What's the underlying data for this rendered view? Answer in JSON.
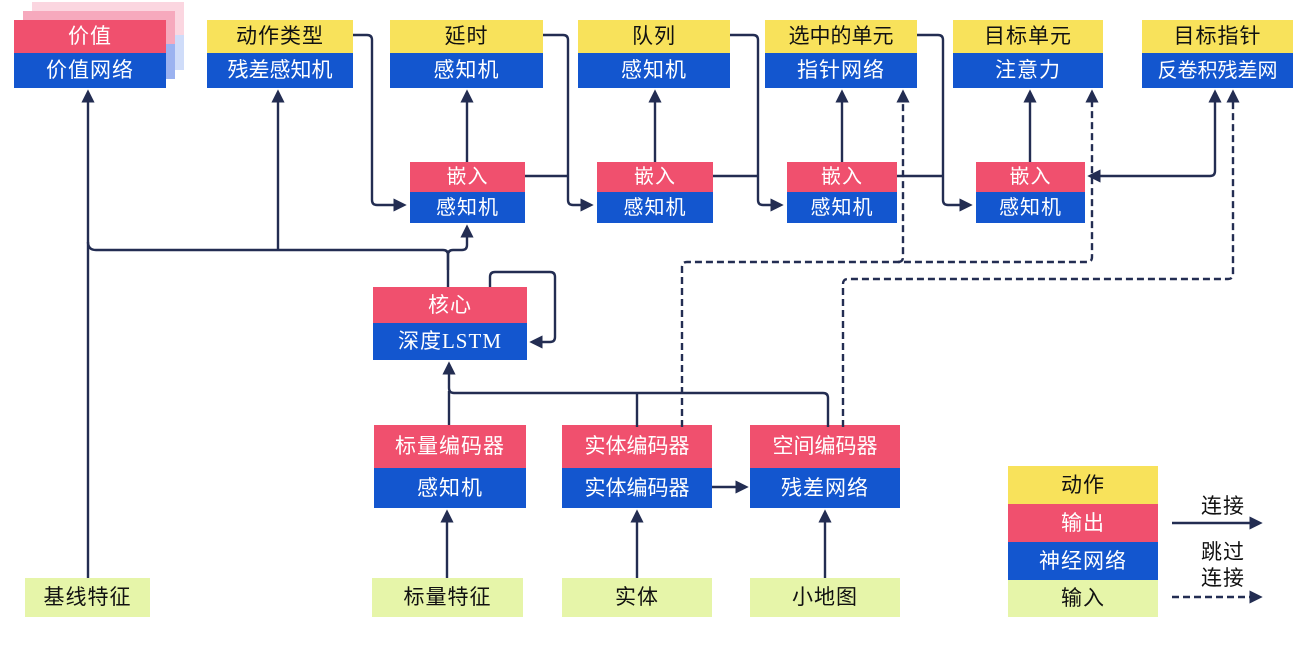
{
  "diagram": {
    "kind": "neural-network-architecture-flow-diagram",
    "language": "zh-CN"
  },
  "colors": {
    "action_yellow": "#f8e25b",
    "output_red": "#f0506e",
    "network_blue": "#1356cf",
    "input_green": "#e6f5a9",
    "edge_line": "#232d52",
    "background": "#ffffff"
  },
  "nodes": {
    "value": {
      "top": "价值",
      "bottom": "价值网络"
    },
    "action_type": {
      "top": "动作类型",
      "bottom": "残差感知机"
    },
    "delay": {
      "top": "延时",
      "bottom": "感知机"
    },
    "queue": {
      "top": "队列",
      "bottom": "感知机"
    },
    "selected_units": {
      "top": "选中的单元",
      "bottom": "指针网络"
    },
    "target_unit": {
      "top": "目标单元",
      "bottom": "注意力"
    },
    "target_point": {
      "top": "目标指针",
      "bottom": "反卷积残差网"
    },
    "embed1": {
      "top": "嵌入",
      "bottom": "感知机"
    },
    "embed2": {
      "top": "嵌入",
      "bottom": "感知机"
    },
    "embed3": {
      "top": "嵌入",
      "bottom": "感知机"
    },
    "embed4": {
      "top": "嵌入",
      "bottom": "感知机"
    },
    "core": {
      "top": "核心",
      "bottom": "深度LSTM"
    },
    "scalar_encoder": {
      "top": "标量编码器",
      "bottom": "感知机"
    },
    "entity_encoder": {
      "top": "实体编码器",
      "bottom": "实体编码器"
    },
    "spatial_encoder": {
      "top": "空间编码器",
      "bottom": "残差网络"
    },
    "baseline_features": {
      "label": "基线特征"
    },
    "scalar_features": {
      "label": "标量特征"
    },
    "entities": {
      "label": "实体"
    },
    "minimap": {
      "label": "小地图"
    }
  },
  "legend": {
    "action": "动作",
    "output": "输出",
    "neural_network": "神经网络",
    "input": "输入",
    "connection": "连接",
    "skip_connection_line1": "跳过",
    "skip_connection_line2": "连接"
  }
}
